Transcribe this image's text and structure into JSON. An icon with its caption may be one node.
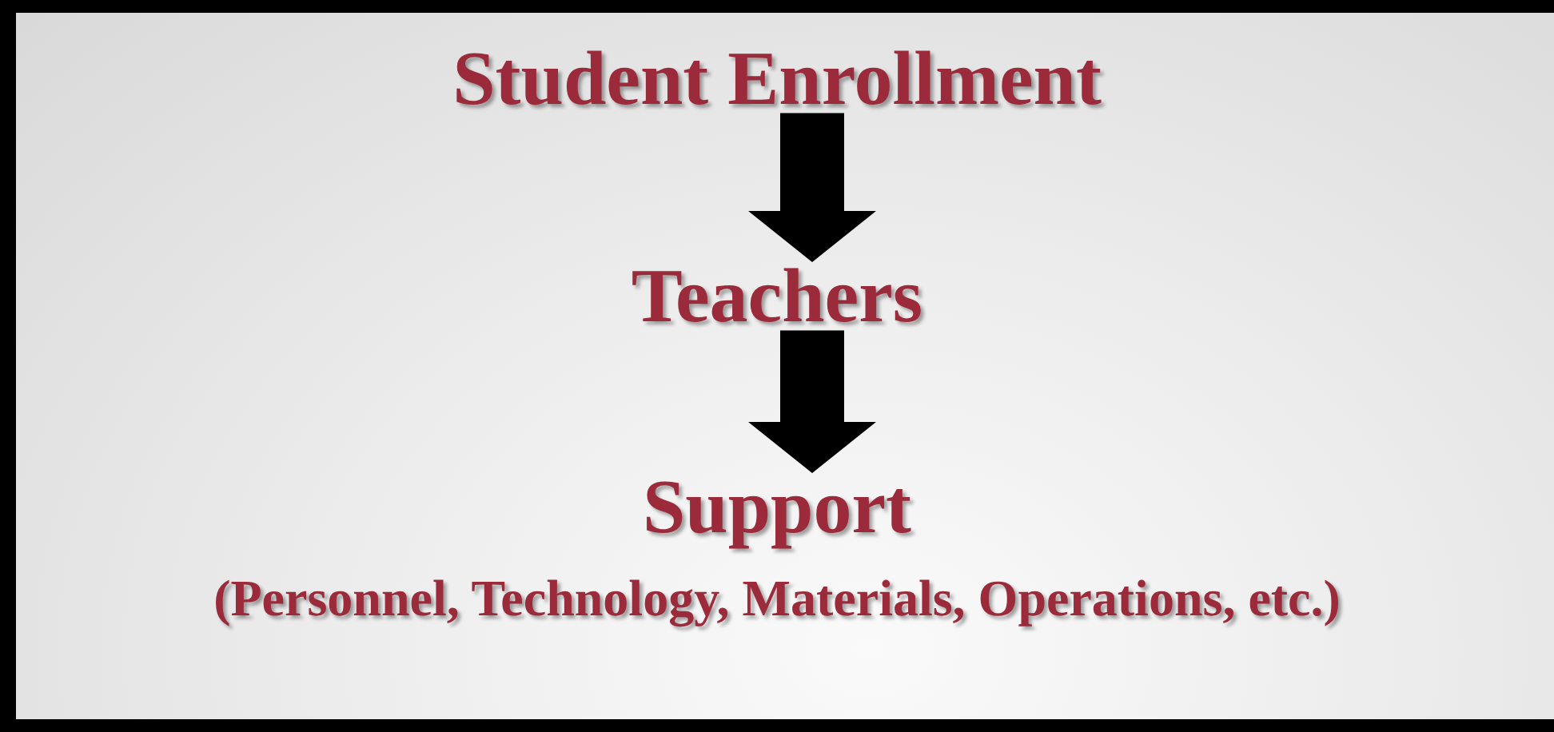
{
  "diagram": {
    "nodes": [
      {
        "text": [
          "Student Enrollment"
        ]
      },
      {
        "text": [
          "Teachers"
        ]
      },
      {
        "text": [
          "Support",
          "(Personnel, Technology, Materials, Operations, etc.)"
        ]
      }
    ],
    "edges": [
      {
        "from": 0,
        "to": 1,
        "arrow": "to"
      },
      {
        "from": 1,
        "to": 2,
        "arrow": "to"
      }
    ]
  }
}
